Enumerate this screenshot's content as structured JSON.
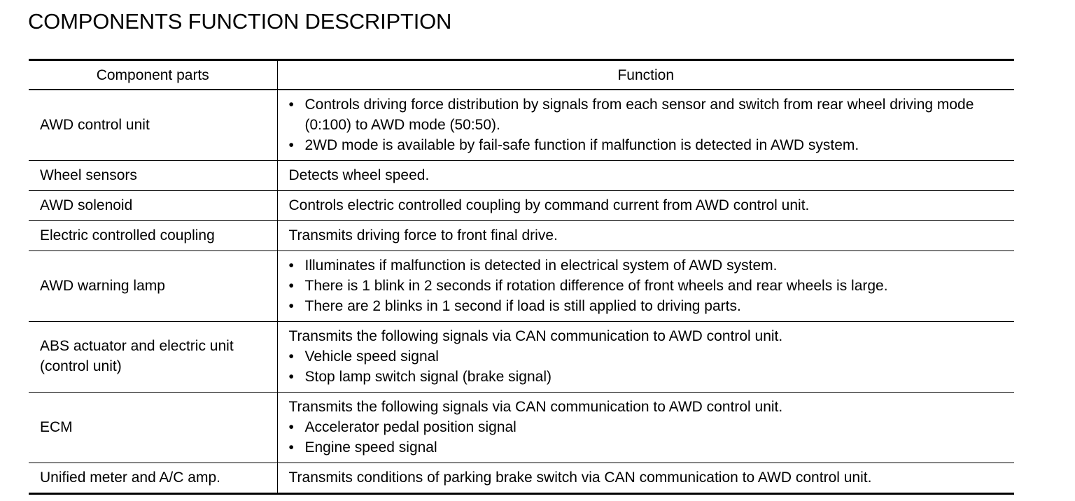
{
  "title": "COMPONENTS FUNCTION DESCRIPTION",
  "table": {
    "headers": {
      "component": "Component parts",
      "function": "Function"
    },
    "bullet_symbol": "•",
    "rows": [
      {
        "part": [
          "AWD control unit"
        ],
        "intro": "",
        "bullets": [
          "Controls driving force distribution by signals from each sensor and switch from rear wheel driving mode (0:100) to AWD mode (50:50).",
          "2WD mode is available by fail-safe function if malfunction is detected in AWD system."
        ]
      },
      {
        "part": [
          "Wheel sensors"
        ],
        "intro": "Detects wheel speed.",
        "bullets": []
      },
      {
        "part": [
          "AWD solenoid"
        ],
        "intro": "Controls electric controlled coupling by command current from AWD control unit.",
        "bullets": []
      },
      {
        "part": [
          "Electric controlled coupling"
        ],
        "intro": "Transmits driving force to front final drive.",
        "bullets": []
      },
      {
        "part": [
          "AWD warning lamp"
        ],
        "intro": "",
        "bullets": [
          "Illuminates if malfunction is detected in electrical system of AWD system.",
          "There is 1 blink in 2 seconds if rotation difference of front wheels and rear wheels is large.",
          "There are 2 blinks in 1 second if load is still applied to driving parts."
        ]
      },
      {
        "part": [
          "ABS actuator and electric unit",
          "(control unit)"
        ],
        "intro": "Transmits the following signals via CAN communication to AWD control unit.",
        "bullets": [
          "Vehicle speed signal",
          "Stop lamp switch signal (brake signal)"
        ]
      },
      {
        "part": [
          "ECM"
        ],
        "intro": "Transmits the following signals via CAN communication to AWD control unit.",
        "bullets": [
          "Accelerator pedal position signal",
          "Engine speed signal"
        ]
      },
      {
        "part": [
          "Unified meter and A/C amp."
        ],
        "intro": "Transmits conditions of parking brake switch via CAN communication to AWD control unit.",
        "bullets": []
      }
    ]
  }
}
